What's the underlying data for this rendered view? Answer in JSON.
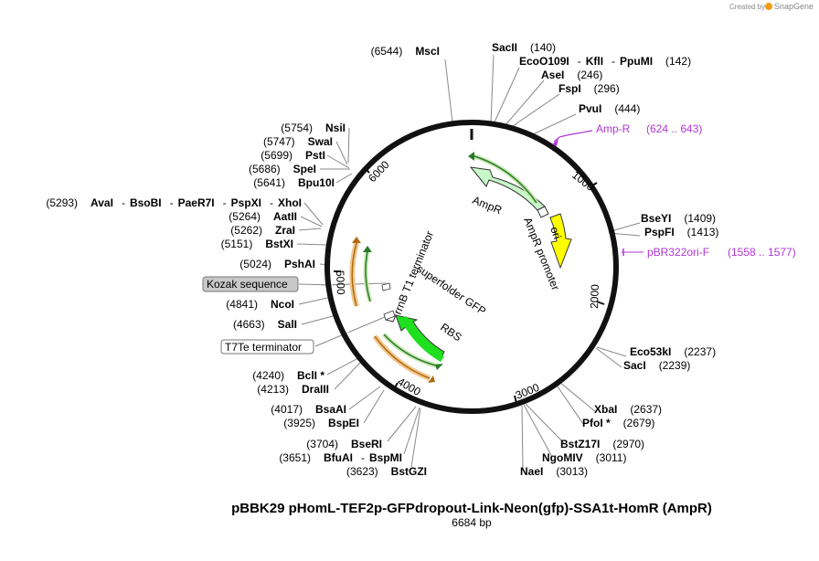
{
  "credit": {
    "created_by": "Created by",
    "brand": "SnapGene"
  },
  "title": "pBBK29 pHomL-TEF2p-GFPdropout-Link-Neon(gfp)-SSA1t-HomR (AmpR)",
  "size_label": "6684 bp",
  "plasmid_length": 6684,
  "colors": {
    "backbone": "#111111",
    "AmpR": "#c8f7c8",
    "ori": "#ffff00",
    "superfolder_GFP": "#1fe01f",
    "terminator": "#f0c890",
    "primer": "#b035d6",
    "annotation_box": "#c8c8c8"
  },
  "ruler_ticks": [
    "1000",
    "2000",
    "3000",
    "4000",
    "5000",
    "6000"
  ],
  "enzymes_right": [
    {
      "name": "SacII",
      "pos": "(140)"
    },
    {
      "name": "EcoO109I",
      "sep": "-",
      "name2": "KflI",
      "sep2": "-",
      "name3": "PpuMI",
      "pos": "(142)"
    },
    {
      "name": "AseI",
      "pos": "(246)"
    },
    {
      "name": "FspI",
      "pos": "(296)"
    },
    {
      "name": "PvuI",
      "pos": "(444)"
    },
    {
      "name": "BseYI",
      "pos": "(1409)"
    },
    {
      "name": "PspFI",
      "pos": "(1413)"
    },
    {
      "name": "Eco53kI",
      "pos": "(2237)"
    },
    {
      "name": "SacI",
      "pos": "(2239)"
    },
    {
      "name": "XbaI",
      "pos": "(2637)"
    },
    {
      "name": "PfoI *",
      "pos": "(2679)"
    },
    {
      "name": "BstZ17I",
      "pos": "(2970)"
    },
    {
      "name": "NgoMIV",
      "pos": "(3011)"
    },
    {
      "name": "NaeI",
      "pos": "(3013)"
    }
  ],
  "enzymes_left": [
    {
      "name": "MscI",
      "pos": "(6544)"
    },
    {
      "name": "NsiI",
      "pos": "(5754)"
    },
    {
      "name": "SwaI",
      "pos": "(5747)"
    },
    {
      "name": "PstI",
      "pos": "(5699)"
    },
    {
      "name": "SpeI",
      "pos": "(5686)"
    },
    {
      "name": "Bpu10I",
      "pos": "(5641)"
    },
    {
      "name": "AvaI",
      "sep": "-",
      "name2": "BsoBI",
      "sep2": "-",
      "name3": "PaeR7I",
      "sep3": "-",
      "name4": "PspXI",
      "sep4": "-",
      "name5": "XhoI",
      "pos": "(5293)"
    },
    {
      "name": "AatII",
      "pos": "(5264)"
    },
    {
      "name": "ZraI",
      "pos": "(5262)"
    },
    {
      "name": "BstXI",
      "pos": "(5151)"
    },
    {
      "name": "PshAI",
      "pos": "(5024)"
    },
    {
      "name": "NcoI",
      "pos": "(4841)"
    },
    {
      "name": "SalI",
      "pos": "(4663)"
    },
    {
      "name": "BclI *",
      "pos": "(4240)"
    },
    {
      "name": "DraIII",
      "pos": "(4213)"
    },
    {
      "name": "BsaAI",
      "pos": "(4017)"
    },
    {
      "name": "BspEI",
      "pos": "(3925)"
    },
    {
      "name": "BseRI",
      "pos": "(3704)"
    },
    {
      "name": "BfuAI",
      "sep": "-",
      "name2": "BspMI",
      "pos": "(3651)"
    },
    {
      "name": "BstGZI",
      "pos": "(3623)"
    }
  ],
  "primers": [
    {
      "name": "Amp-R",
      "range": "(624 .. 643)"
    },
    {
      "name": "pBR322ori-F",
      "range": "(1558 .. 1577)"
    }
  ],
  "features": {
    "AmpR": "AmpR",
    "AmpR_promoter": "AmpR promoter",
    "ori": "ori",
    "rrnB": "rrnB T1 terminator",
    "sfGFP": "superfolder GFP",
    "RBS": "RBS",
    "kozak": "Kozak sequence",
    "t7te": "T7Te terminator"
  }
}
